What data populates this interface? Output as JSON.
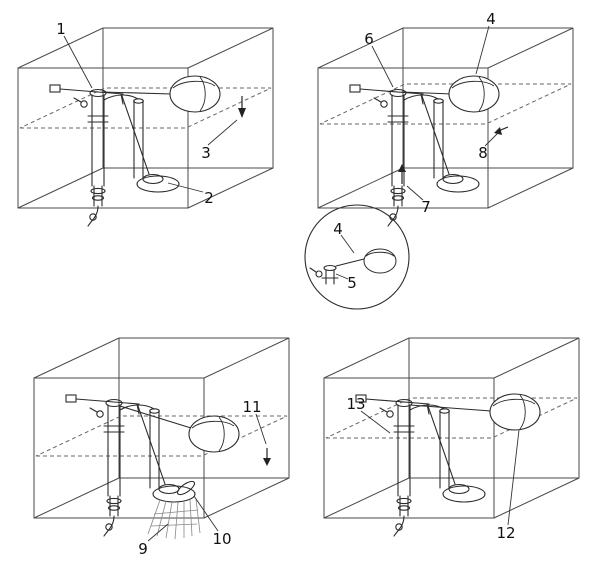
{
  "background": "#ffffff",
  "line_color": "#2b2b2b",
  "labels": {
    "p1": {
      "n1": "1",
      "n2": "2",
      "n3": "3"
    },
    "p2": {
      "n4": "4",
      "n6": "6",
      "n7": "7",
      "n8": "8"
    },
    "inset": {
      "n4": "4",
      "n5": "5"
    },
    "p3": {
      "n9": "9",
      "n10": "10",
      "n11": "11"
    },
    "p4": {
      "n12": "12",
      "n13": "13"
    }
  }
}
